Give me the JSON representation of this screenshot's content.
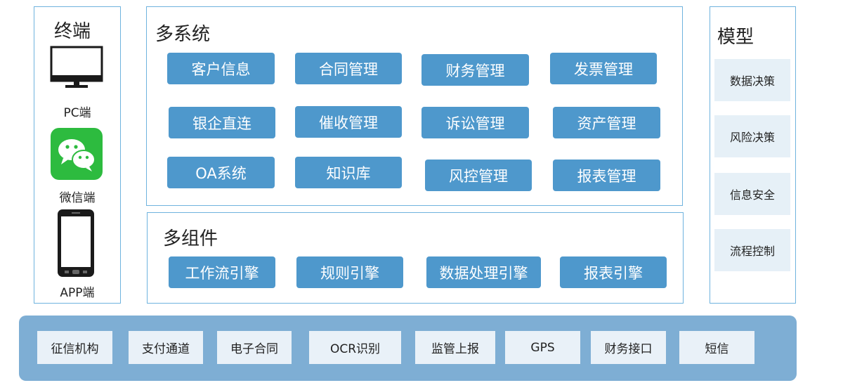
{
  "terminal": {
    "title": "终端",
    "items": [
      {
        "label": "PC端",
        "icon": "monitor-icon"
      },
      {
        "label": "微信端",
        "icon": "wechat-icon"
      },
      {
        "label": "APP端",
        "icon": "smartphone-icon"
      }
    ]
  },
  "systems": {
    "title": "多系统",
    "rows": [
      [
        "客户信息",
        "合同管理",
        "财务管理",
        "发票管理"
      ],
      [
        "银企直连",
        "催收管理",
        "诉讼管理",
        "资产管理"
      ],
      [
        "OA系统",
        "知识库",
        "风控管理",
        "报表管理"
      ]
    ]
  },
  "components": {
    "title": "多组件",
    "items": [
      "工作流引擎",
      "规则引擎",
      "数据处理引擎",
      "报表引擎"
    ]
  },
  "model": {
    "title": "模型",
    "items": [
      "数据决策",
      "风险决策",
      "信息安全",
      "流程控制"
    ]
  },
  "base": {
    "items": [
      "征信机构",
      "支付通道",
      "电子合同",
      "OCR识别",
      "监管上报",
      "GPS",
      "财务接口",
      "短信"
    ]
  },
  "colors": {
    "button": "#4e98cc",
    "border": "#6fb3de",
    "base_bar": "#7eaed4",
    "wechat": "#2dbb3f"
  }
}
